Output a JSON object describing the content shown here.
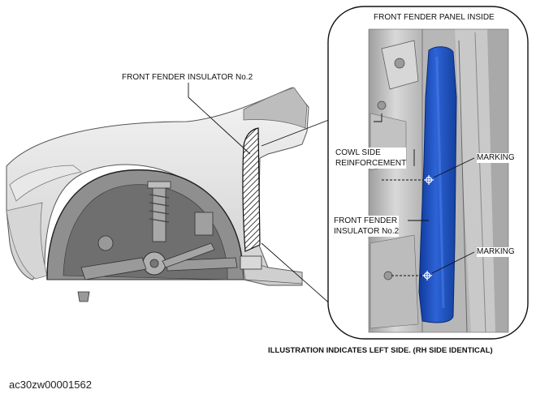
{
  "labels": {
    "insulator_main": "FRONT FENDER INSULATOR No.2",
    "panel_inside": "FRONT FENDER PANEL INSIDE",
    "cowl_line1": "COWL SIDE",
    "cowl_line2": "REINFORCEMENT",
    "marking_top": "MARKING",
    "marking_bottom": "MARKING",
    "insulator_detail_line1": "FRONT FENDER",
    "insulator_detail_line2": "INSULATOR No.2"
  },
  "note": "ILLUSTRATION INDICATES LEFT SIDE. (RH SIDE IDENTICAL)",
  "figure_code": "ac30zw00001562",
  "colors": {
    "insulator_blue": "#1f4fb5",
    "outline": "#222222"
  }
}
